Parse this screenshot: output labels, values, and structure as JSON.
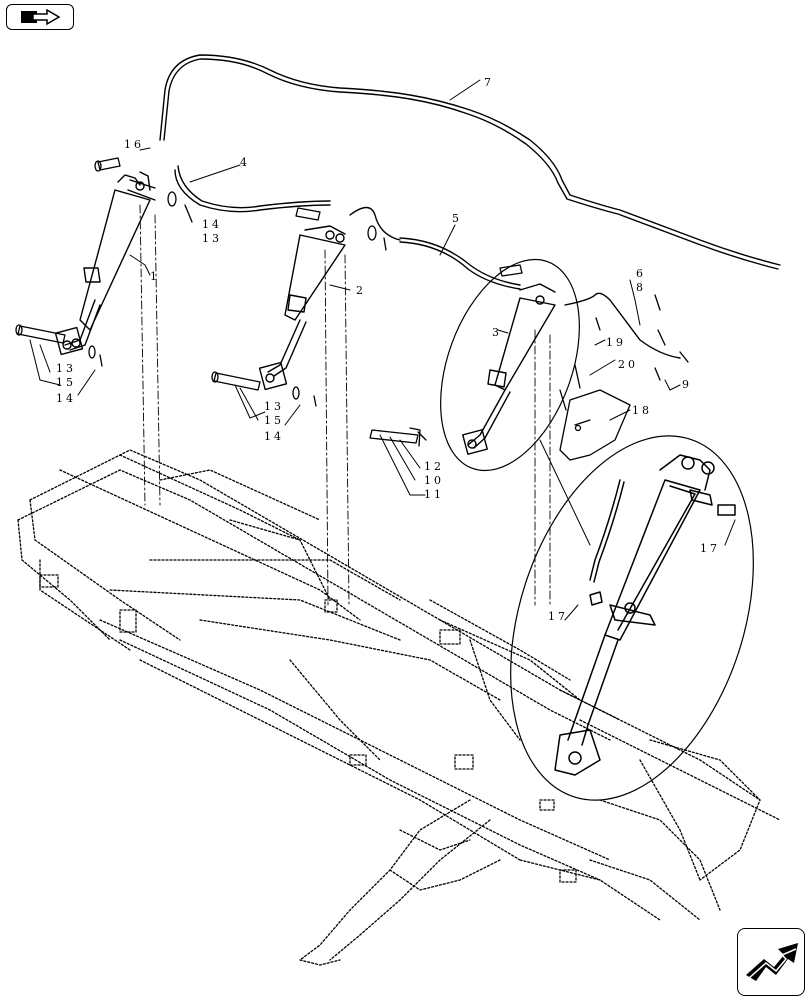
{
  "nav": {
    "top_icon": "book-arrow-icon",
    "bottom_icon": "next-page-arrow-icon"
  },
  "callouts": {
    "c1": "1",
    "c2": "2",
    "c3": "3",
    "c4": "4",
    "c5": "5",
    "c6": "6",
    "c7": "7",
    "c8": "8",
    "c9": "9",
    "c10": "10",
    "c11": "11",
    "c12": "12",
    "c13a": "13",
    "c13b": "13",
    "c13c": "13",
    "c14a": "14",
    "c14b": "14",
    "c14c": "14",
    "c15a": "15",
    "c15b": "15",
    "c16": "16",
    "c17a": "17",
    "c17b": "17",
    "c18": "18",
    "c19": "19",
    "c20": "20"
  }
}
